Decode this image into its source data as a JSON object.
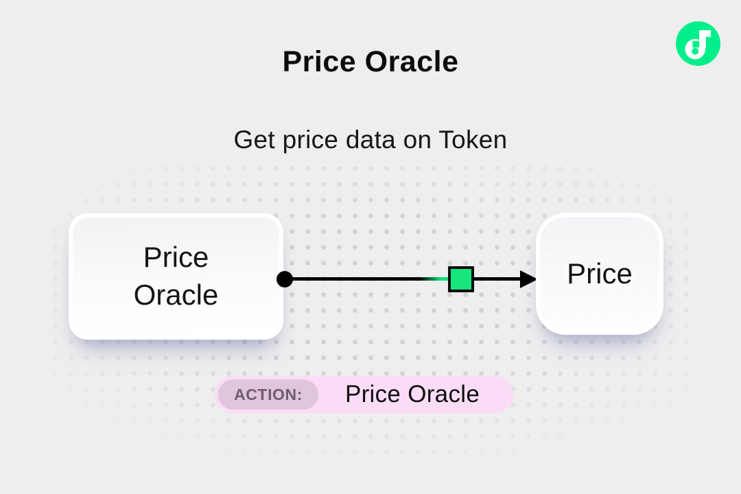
{
  "page": {
    "title": "Price Oracle",
    "subtitle": "Get price data on Token"
  },
  "logo": {
    "name": "flow-logo",
    "brand_green": "#00ef8b"
  },
  "diagram": {
    "source_node": {
      "label": "Price Oracle"
    },
    "target_node": {
      "label": "Price"
    },
    "connector": {
      "style": "solid-line-with-start-dot-and-arrowhead",
      "marker": "green-square",
      "marker_color": "#17e57d",
      "line_color": "#000000"
    },
    "background_pattern": "dot-grid",
    "dot_color": "#d2d2d5"
  },
  "action_bar": {
    "label": "ACTION:",
    "value": "Price Oracle",
    "pill_color": "#fadcf7",
    "label_pill_color": "#e1c5db"
  }
}
